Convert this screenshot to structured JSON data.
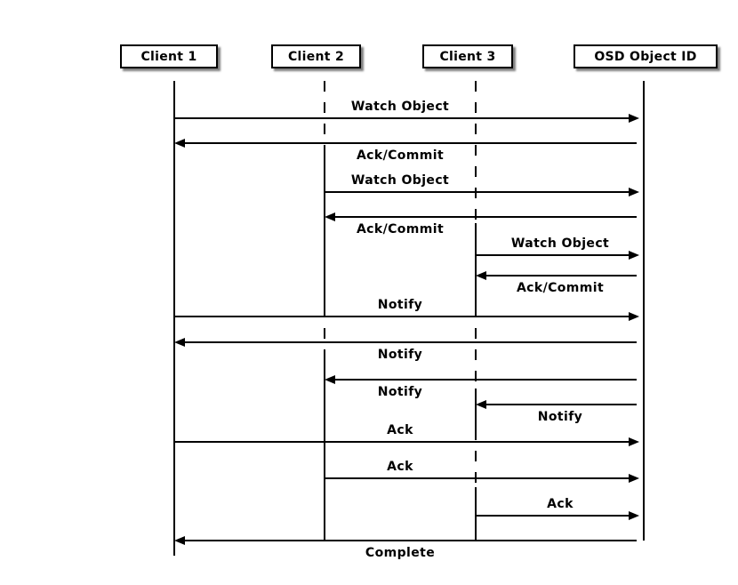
{
  "diagram_title": "",
  "colors": {
    "background": "#ffffff",
    "line": "#000000",
    "box_fill": "#ffffff",
    "box_border": "#000000",
    "box_shadow": "#7a7a7a"
  },
  "actors": [
    {
      "label": "Client 1"
    },
    {
      "label": "Client 2"
    },
    {
      "label": "Client 3"
    },
    {
      "label": "OSD Object ID"
    }
  ],
  "messages": [
    {
      "label": "Watch Object",
      "from": "Client 1",
      "to": "OSD Object ID",
      "direction": "right"
    },
    {
      "label": "Ack/Commit",
      "from": "OSD Object ID",
      "to": "Client 1",
      "direction": "left"
    },
    {
      "label": "Watch Object",
      "from": "Client 2",
      "to": "OSD Object ID",
      "direction": "right"
    },
    {
      "label": "Ack/Commit",
      "from": "OSD Object ID",
      "to": "Client 2",
      "direction": "left"
    },
    {
      "label": "Watch Object",
      "from": "Client 3",
      "to": "OSD Object ID",
      "direction": "right"
    },
    {
      "label": "Ack/Commit",
      "from": "OSD Object ID",
      "to": "Client 3",
      "direction": "left"
    },
    {
      "label": "Notify",
      "from": "Client 1",
      "to": "OSD Object ID",
      "direction": "right"
    },
    {
      "label": "Notify",
      "from": "OSD Object ID",
      "to": "Client 1",
      "direction": "left"
    },
    {
      "label": "Notify",
      "from": "OSD Object ID",
      "to": "Client 2",
      "direction": "left"
    },
    {
      "label": "Notify",
      "from": "OSD Object ID",
      "to": "Client 3",
      "direction": "left"
    },
    {
      "label": "Ack",
      "from": "Client 1",
      "to": "OSD Object ID",
      "direction": "right"
    },
    {
      "label": "Ack",
      "from": "Client 2",
      "to": "OSD Object ID",
      "direction": "right"
    },
    {
      "label": "Ack",
      "from": "Client 3",
      "to": "OSD Object ID",
      "direction": "right"
    },
    {
      "label": "Complete",
      "from": "OSD Object ID",
      "to": "Client 1",
      "direction": "left"
    }
  ]
}
